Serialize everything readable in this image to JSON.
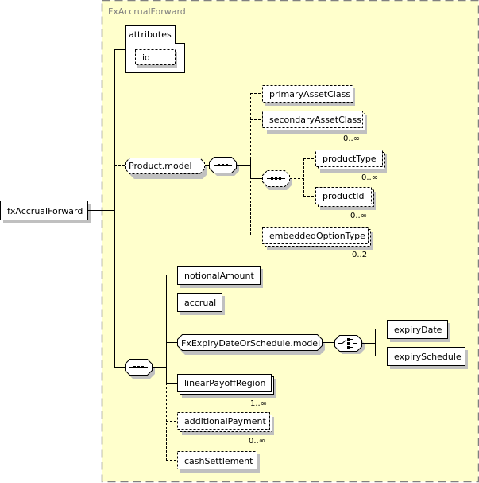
{
  "diagram": {
    "container_title": "FxAccrualForward",
    "root": {
      "label": "fxAccrualForward"
    },
    "attributes": {
      "label": "attributes",
      "items": [
        {
          "label": "id",
          "optional": true
        }
      ]
    },
    "product_model": {
      "label": "Product.model",
      "optional": true,
      "compositor": "sequence",
      "children": [
        {
          "label": "primaryAssetClass",
          "optional": true,
          "cardinality": ""
        },
        {
          "label": "secondaryAssetClass",
          "optional": true,
          "cardinality": "0..∞"
        },
        {
          "label": "embeddedOptionType",
          "optional": true,
          "cardinality": "0..2"
        }
      ],
      "inner_sequence": {
        "compositor": "sequence",
        "optional": true,
        "children": [
          {
            "label": "productType",
            "optional": true,
            "cardinality": "0..∞"
          },
          {
            "label": "productId",
            "optional": true,
            "cardinality": "0..∞"
          }
        ]
      }
    },
    "main_sequence": {
      "compositor": "sequence",
      "children": [
        {
          "label": "notionalAmount",
          "optional": false,
          "cardinality": ""
        },
        {
          "label": "accrual",
          "optional": false,
          "cardinality": ""
        },
        {
          "label": "FxExpiryDateOrSchedule.model",
          "optional": false,
          "group": true
        },
        {
          "label": "linearPayoffRegion",
          "optional": false,
          "cardinality": "1..∞"
        },
        {
          "label": "additionalPayment",
          "optional": true,
          "cardinality": "0..∞"
        },
        {
          "label": "cashSettlement",
          "optional": true,
          "cardinality": ""
        }
      ],
      "choice": {
        "compositor": "choice",
        "children": [
          {
            "label": "expiryDate"
          },
          {
            "label": "expirySchedule"
          }
        ]
      }
    },
    "colors": {
      "container_bg": "#ffffcc",
      "container_border": "#808080",
      "shadow": "#c0c0c0",
      "line": "#000000"
    }
  }
}
